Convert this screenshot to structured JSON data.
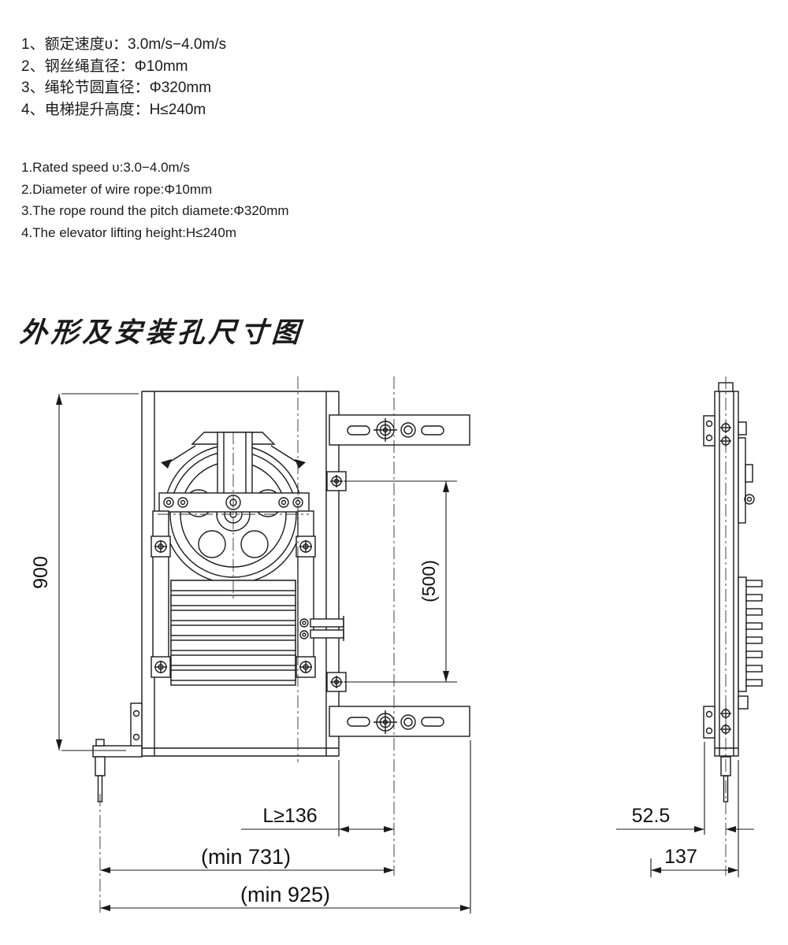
{
  "specs_cn": {
    "line1": "1、额定速度υ：3.0m/s−4.0m/s",
    "line2": "2、钢丝绳直径：Φ10mm",
    "line3": "3、绳轮节圆直径：Φ320mm",
    "line4": "4、电梯提升高度：H≤240m"
  },
  "specs_en": {
    "line1": "1.Rated speed υ:3.0−4.0m/s",
    "line2": "2.Diameter of wire rope:Φ10mm",
    "line3": "3.The rope round the pitch diamete:Φ320mm",
    "line4": "4.The elevator lifting height:H≤240m"
  },
  "heading": "外形及安装孔尺寸图",
  "dimensions": {
    "overall_height": "900",
    "rail_clip_span": "(500)",
    "rail_clearance": "L≥136",
    "min_width_inner": "(min 731)",
    "min_width_overall": "(min 925)",
    "side_offset": "52.5",
    "side_depth": "137"
  }
}
